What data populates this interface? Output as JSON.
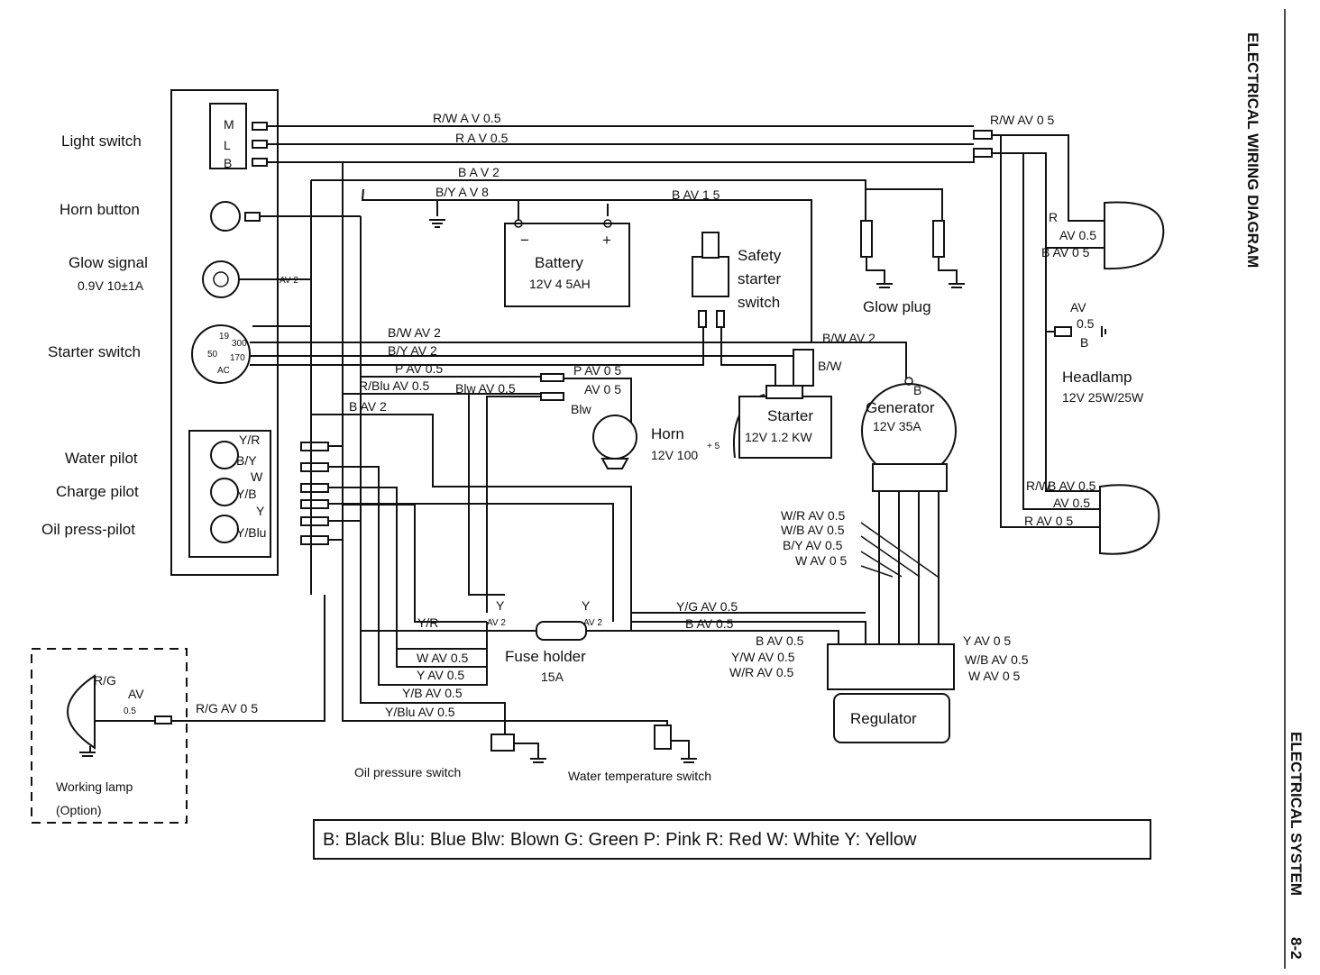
{
  "side": {
    "title": "ELECTRICAL WIRING DIAGRAM",
    "section": "ELECTRICAL SYSTEM",
    "page": "8-2"
  },
  "left_labels": {
    "light_switch": "Light switch",
    "horn_button": "Horn button",
    "glow_signal": "Glow signal",
    "glow_signal_spec": "0.9V 10±1A",
    "starter_switch": "Starter switch",
    "water_pilot": "Water pilot",
    "charge_pilot": "Charge pilot",
    "oil_press_pilot": "Oil press-pilot"
  },
  "components": {
    "battery": "Battery",
    "battery_spec": "12V 4 5AH",
    "battery_minus": "−",
    "battery_plus": "+",
    "safety_1": "Safety",
    "safety_2": "starter",
    "safety_3": "switch",
    "glow_plug": "Glow plug",
    "horn": "Horn",
    "horn_spec": "12V 100",
    "horn_tol": "+ 5",
    "starter": "Starter",
    "starter_spec": "12V 1.2 KW",
    "generator": "Generator",
    "generator_spec": "12V 35A",
    "generator_b": "B",
    "headlamp": "Headlamp",
    "headlamp_spec": "12V 25W/25W",
    "fuse_holder": "Fuse holder",
    "fuse_rating": "15A",
    "regulator": "Regulator",
    "oil_pressure_switch": "Oil pressure switch",
    "water_temp_switch": "Water temperature switch",
    "working_lamp": "Working lamp",
    "working_lamp_option": "(Option)",
    "switch_m": "M",
    "switch_l": "L",
    "switch_b": "B",
    "ss_19": "19",
    "ss_300": "300",
    "ss_50": "50",
    "ss_170": "170",
    "ss_ac": "AC"
  },
  "wires": {
    "rw_top": "R/W A V 0.5",
    "r_top": "R A V 0.5",
    "rw_right": "R/W AV 0 5",
    "b_av2_top": "B A V 2",
    "by_av8": "B/Y A V 8",
    "b_av15": "B AV 1 5",
    "glow_av2": "AV 2",
    "bw_av2": "B/W AV 2",
    "by_av2": "B/Y AV 2",
    "p_av05": "P AV 0.5",
    "rblu_av05": "R/Blu AV 0.5",
    "blw_av05": "Blw AV 0.5",
    "p_av05_horn": "P AV 0 5",
    "av05_horn": "AV 0 5",
    "blw_horn": "Blw",
    "b_av2_left": "B AV 2",
    "bw_av2_right": "B/W AV 2",
    "bw_starter": "B/W",
    "av2_small": "AV 2",
    "yr_pilot": "Y/R",
    "by_pilot": "B/Y",
    "w_pilot": "W",
    "yb_pilot": "Y/B",
    "y_pilot": "Y",
    "yblu_pilot": "Y/Blu",
    "av05_small": "AV 0 5",
    "wr_gen": "W/R AV 0.5",
    "wb_gen": "W/B AV 0.5",
    "by_gen": "B/Y AV 0.5",
    "w_gen": "W AV 0 5",
    "yg_av05": "Y/G AV 0.5",
    "b_av05_reg": "B AV 0.5",
    "y_fuse_l": "Y",
    "y_fuse_r": "Y",
    "av2_fuse_l": "AV 2",
    "av2_fuse_r": "AV 2",
    "yr_av05": "Y/R",
    "w_av05": "W AV 0.5",
    "y_av05": "Y AV 0.5",
    "yb_av05": "Y/B AV 0.5",
    "yblu_av05": "Y/Blu AV 0.5",
    "b_av05_l": "B AV 0.5",
    "yw_av05": "Y/W AV 0.5",
    "wr_av05_l": "W/R AV 0.5",
    "y_av05_r": "Y AV 0 5",
    "wb_av05_r": "W/B AV 0.5",
    "w_av05_r": "W  AV 0 5",
    "rg": "R/G",
    "rg_av": "AV",
    "rg_05": "0.5",
    "rg_av05": "R/G AV 0 5",
    "hl_r": "R",
    "hl_av05": "AV 0.5",
    "hl_bav05": "B AV 0 5",
    "hl_av": "AV",
    "hl_05": "0.5",
    "hl_b": "B",
    "hl_rw": "R/W",
    "hl_bav05_2": "B AV 0.5",
    "hl_av05_2": "AV 0.5",
    "hl_rav05": "R AV 0 5"
  },
  "legend": "B: Black  Blu: Blue  Blw: Blown  G: Green  P: Pink  R: Red  W: White  Y: Yellow"
}
